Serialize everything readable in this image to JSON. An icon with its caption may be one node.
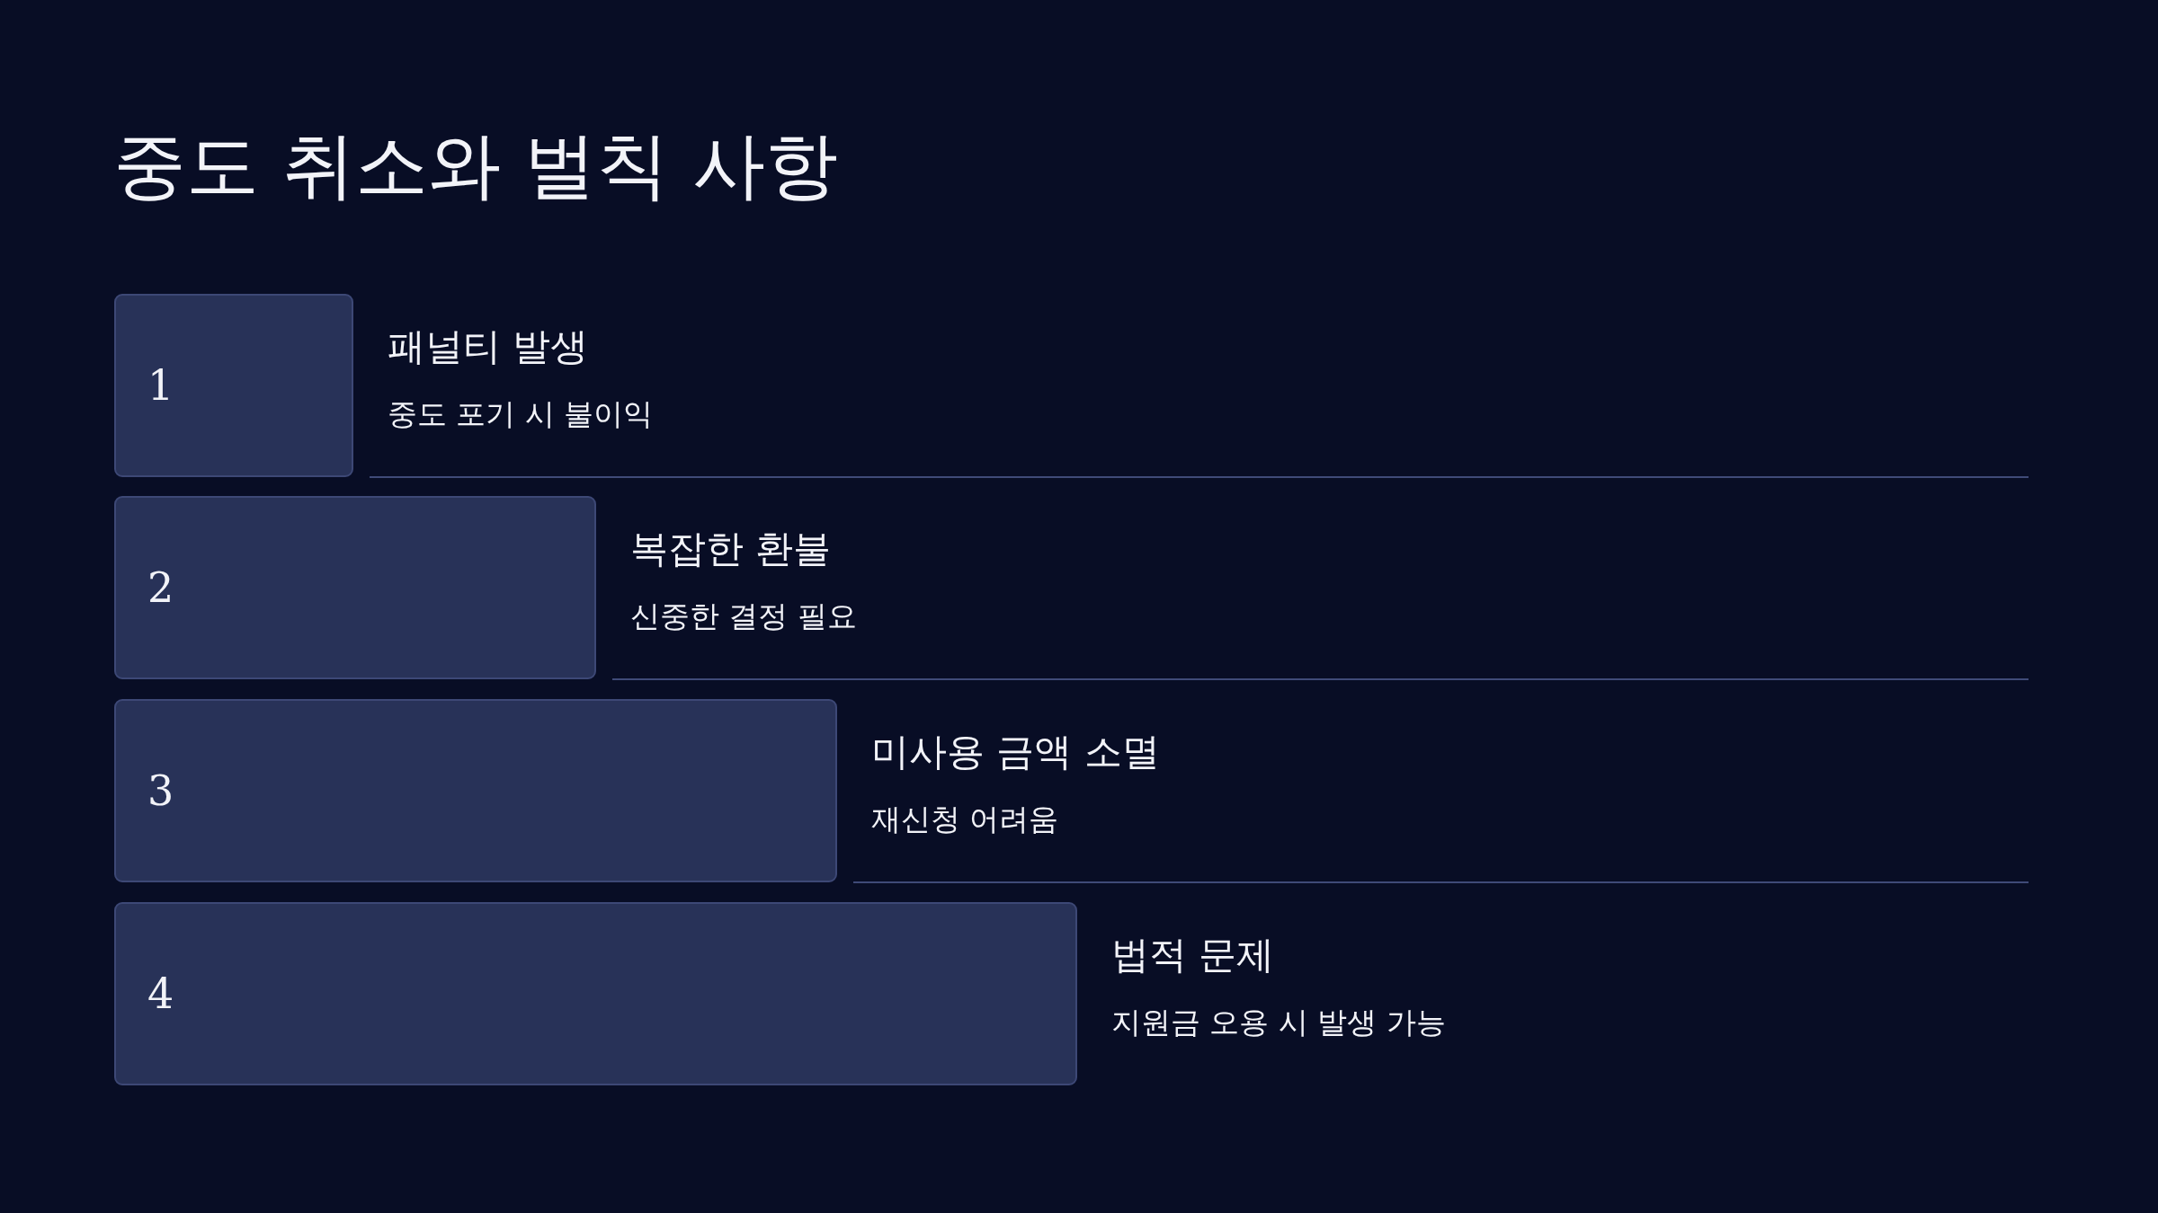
{
  "diagram": {
    "title": "중도 취소와 벌칙 사항",
    "nodes": [
      {
        "text": [
          "1"
        ],
        "beside": [
          "패널티 발생",
          "중도 포기 시 불이익"
        ]
      },
      {
        "text": [
          "2"
        ],
        "beside": [
          "복잡한 환불",
          "신중한 결정 필요"
        ]
      },
      {
        "text": [
          "3"
        ],
        "beside": [
          "미사용 금액 소멸",
          "재신청 어려움"
        ]
      },
      {
        "text": [
          "4"
        ],
        "beside": [
          "법적 문제",
          "지원금 오용 시 발생 가능"
        ]
      }
    ],
    "edges": []
  }
}
